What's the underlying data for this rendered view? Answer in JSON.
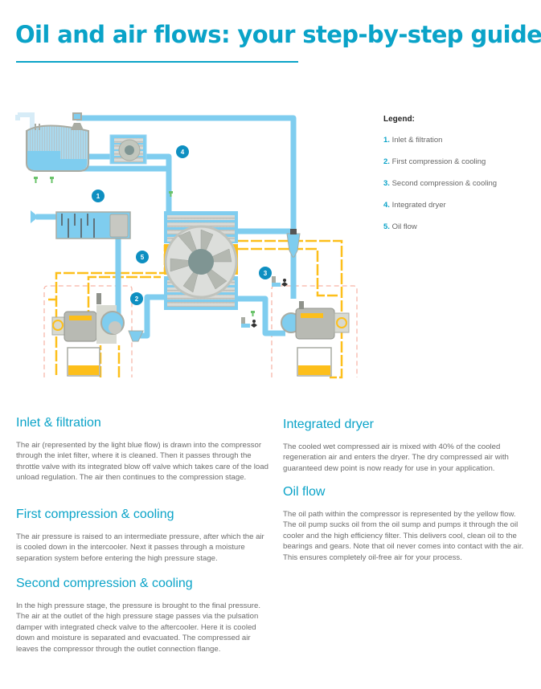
{
  "header": {
    "title": "Oil and air flows: your step-by-step guide"
  },
  "colors": {
    "accent": "#0aa3c8",
    "air_flow": "#7fcdef",
    "oil_flow": "#fdbf1b",
    "equipment_grey": "#a9aca3",
    "separator_dashes": "#f6b2a4"
  },
  "legend": {
    "title": "Legend:",
    "items": [
      {
        "num": "1.",
        "label": "Inlet & filtration"
      },
      {
        "num": "2.",
        "label": "First compression & cooling"
      },
      {
        "num": "3.",
        "label": "Second compression & cooling"
      },
      {
        "num": "4.",
        "label": "Integrated dryer"
      },
      {
        "num": "5.",
        "label": "Oil flow"
      }
    ]
  },
  "diagram": {
    "markers": [
      "1",
      "2",
      "3",
      "4",
      "5"
    ],
    "icons": [
      "dryer-tank-icon",
      "inlet-filter-icon",
      "intercooler-fan-icon",
      "low-pressure-stage-icon",
      "high-pressure-stage-icon",
      "oil-sump-icon",
      "moisture-drain-icon",
      "pulsation-damper-icon"
    ]
  },
  "sections": [
    {
      "heading": "Inlet & filtration",
      "body": "The air (represented by the light blue flow) is drawn into the compressor through the inlet filter, where it is cleaned. Then it passes through the throttle valve with its integrated blow off valve which takes care of the load unload regulation. The air then continues to the compression stage."
    },
    {
      "heading": "First compression & cooling",
      "body": "The air pressure is raised to an intermediate pressure, after which the air is cooled down in the intercooler. Next it passes through a moisture separation system before entering the high pressure stage."
    },
    {
      "heading": "Second compression & cooling",
      "body": "In the high pressure stage, the pressure is brought to the final pressure. The air at the outlet of the high pressure stage passes via the pulsation damper with integrated check valve to the aftercooler. Here it is cooled down and moisture is separated and evacuated. The compressed air leaves the compressor through the outlet connection flange."
    },
    {
      "heading": "Integrated dryer",
      "body": "The cooled wet compressed air is mixed with 40% of the cooled regeneration air and enters the dryer. The dry compressed air with guaranteed dew point is now ready for use in your application."
    },
    {
      "heading": "Oil flow",
      "body": "The oil path within the compressor is represented by the yellow flow. The oil pump sucks oil from the oil sump and pumps it through the oil cooler and the high efficiency filter. This delivers cool, clean oil to the bearings and gears. Note that oil never comes into contact with the air. This ensures completely oil-free air for your process."
    }
  ]
}
